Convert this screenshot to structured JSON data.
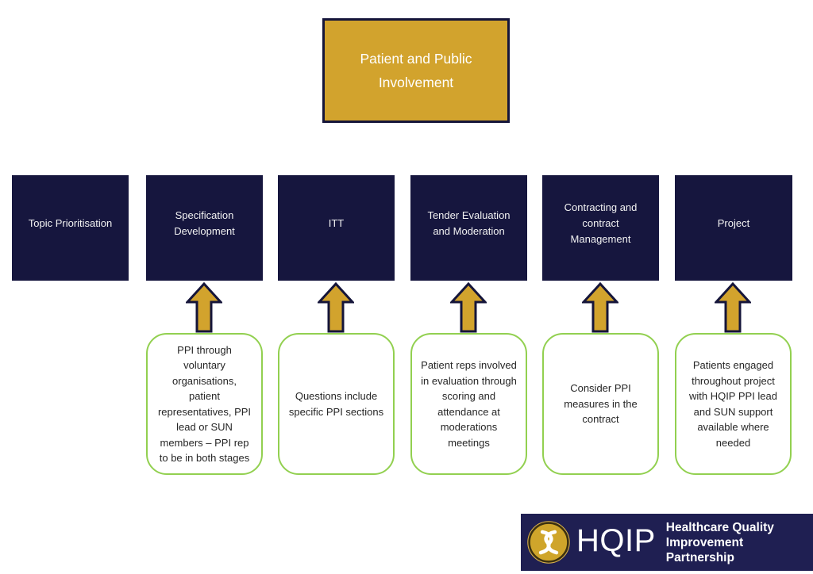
{
  "diagram": {
    "title_box": {
      "label": "Patient and Public Involvement"
    },
    "stages": [
      {
        "label": "Topic Prioritisation"
      },
      {
        "label": "Specification Development",
        "note": "PPI through voluntary organisations, patient representatives, PPI lead or SUN members – PPI rep to be in both stages"
      },
      {
        "label": "ITT",
        "note": "Questions include specific PPI sections"
      },
      {
        "label": "Tender Evaluation and Moderation",
        "note": "Patient reps involved in evaluation through scoring and attendance at moderations meetings"
      },
      {
        "label": "Contracting and contract Management",
        "note": "Consider PPI measures in the contract"
      },
      {
        "label": "Project",
        "note": "Patients engaged throughout project with HQIP PPI lead and SUN support available where needed"
      }
    ],
    "colors": {
      "navy": "#16163e",
      "gold": "#d2a32d",
      "arrow_gold": "#d2a32d",
      "arrow_outline": "#15153a",
      "green_border": "#92d050",
      "logo_navy": "#1f1f52",
      "note_text": "#262626",
      "box_text": "#ffffff"
    }
  },
  "logo": {
    "acronym": "HQIP",
    "tagline_line1": "Healthcare Quality",
    "tagline_line2": "Improvement Partnership",
    "icon": "hqip-helix-icon"
  }
}
